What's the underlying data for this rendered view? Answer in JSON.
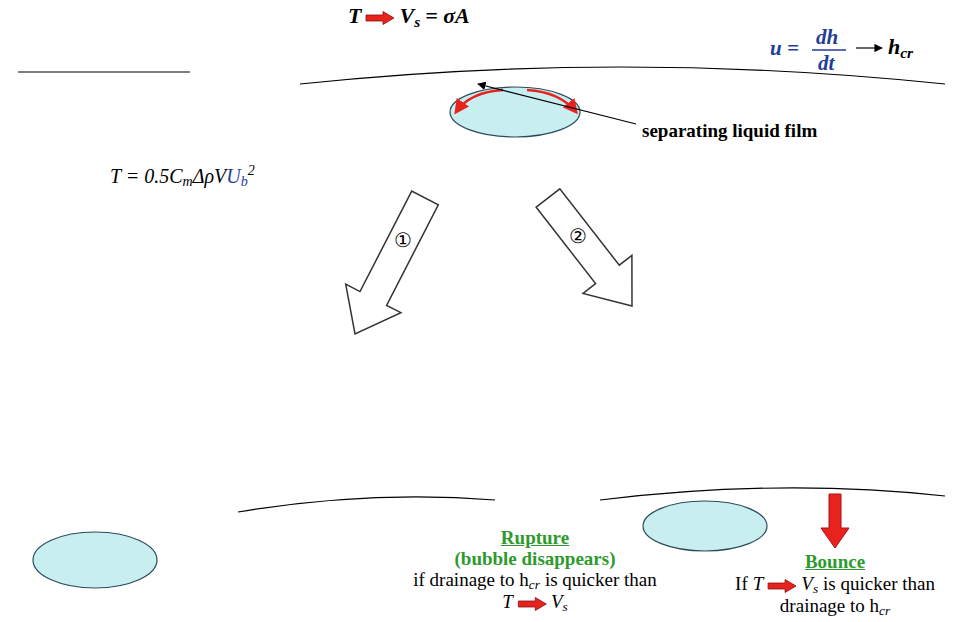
{
  "diagram": {
    "nodes": [
      {
        "text": [
          "①"
        ]
      },
      {
        "text": [
          "②"
        ]
      }
    ],
    "labels": [
      "T",
      "V",
      "s",
      "= σA",
      "u =",
      "dh",
      "dt",
      "h",
      "cr",
      "separating liquid film",
      "T = 0.5C",
      "m",
      "ΔρV",
      "U",
      "b",
      "2",
      "Rupture",
      "(bubble disappears)",
      "if drainage to h",
      "cr",
      "is quicker than",
      "T",
      "V",
      "s",
      "Bounce",
      "If",
      "T",
      "V",
      "s",
      "is quicker than",
      "drainage to h",
      "cr"
    ]
  }
}
